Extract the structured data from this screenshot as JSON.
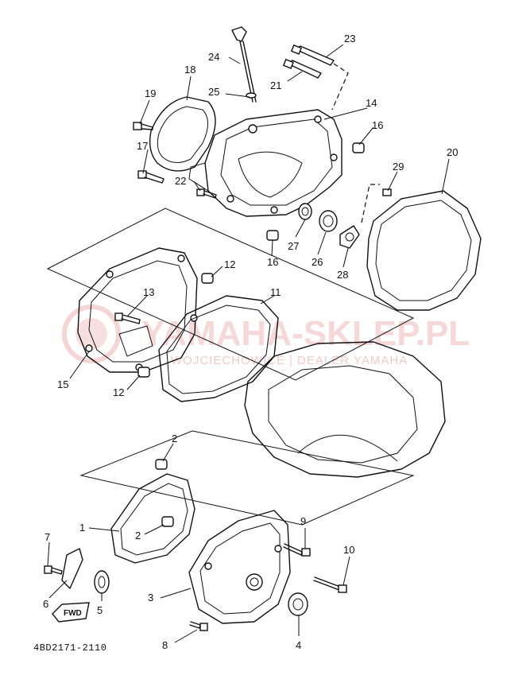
{
  "diagram": {
    "part_code": "4BD2171-2110",
    "fwd_label": "FWD",
    "watermark": {
      "brand": "YAMAHA-SKLEP.PL",
      "sub": "WOJCIECHOWICE | DEALER YAMAHA",
      "color": "#f0b9b9"
    },
    "callouts": {
      "c1": "1",
      "c2a": "2",
      "c2b": "2",
      "c3": "3",
      "c4": "4",
      "c5": "5",
      "c6": "6",
      "c7": "7",
      "c8": "8",
      "c9": "9",
      "c10": "10",
      "c11": "11",
      "c12a": "12",
      "c12b": "12",
      "c13": "13",
      "c14": "14",
      "c15": "15",
      "c16a": "16",
      "c16b": "16",
      "c17": "17",
      "c18": "18",
      "c19": "19",
      "c20": "20",
      "c21": "21",
      "c22": "22",
      "c23": "23",
      "c24": "24",
      "c25": "25",
      "c26": "26",
      "c27": "27",
      "c28": "28",
      "c29": "29"
    }
  }
}
